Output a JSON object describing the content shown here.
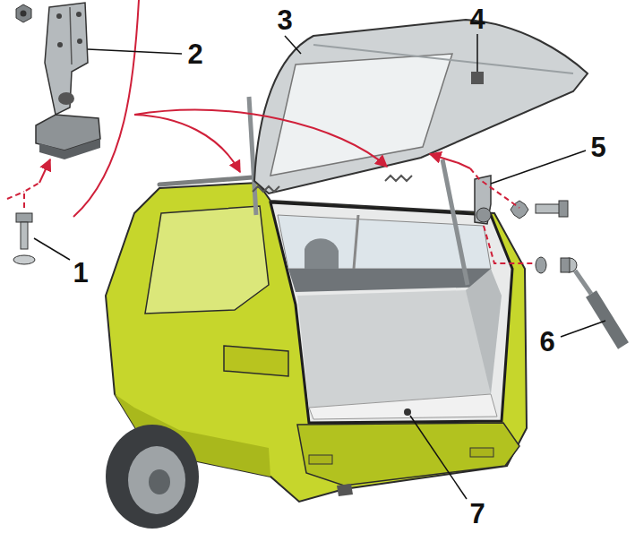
{
  "diagram": {
    "labels": [
      "2",
      "3",
      "4",
      "5",
      "1",
      "6",
      "7"
    ]
  }
}
